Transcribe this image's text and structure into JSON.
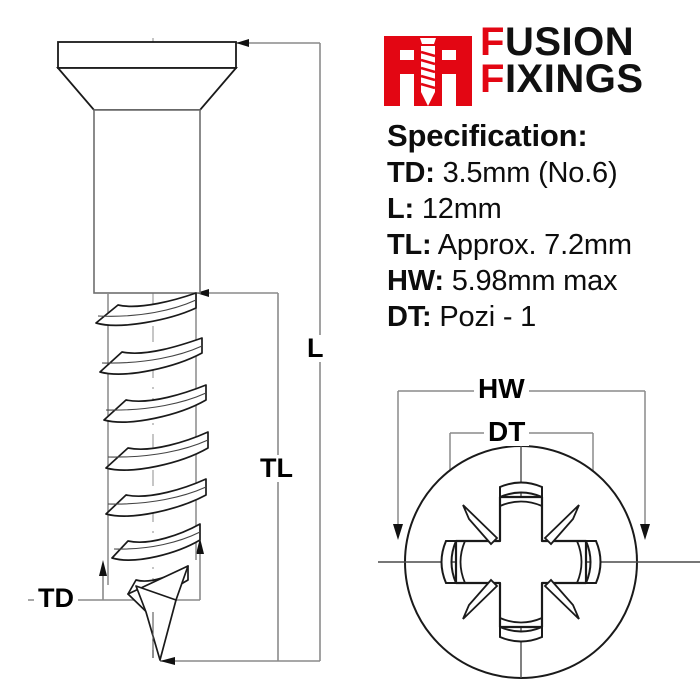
{
  "logo": {
    "brand_line1": "FUSION",
    "brand_line2": "FIXINGS",
    "line1_lead": "F",
    "line1_rest": "USION",
    "line2_lead": "F",
    "line2_rest": "IXINGS",
    "accent_color": "#e30613",
    "icon": "screw-logo-icon"
  },
  "spec": {
    "title": "Specification:",
    "rows": [
      {
        "key": "TD:",
        "value": "3.5mm (No.6)"
      },
      {
        "key": "L:",
        "value": "12mm"
      },
      {
        "key": "TL:",
        "value": "Approx. 7.2mm"
      },
      {
        "key": "HW:",
        "value": "5.98mm max"
      },
      {
        "key": "DT:",
        "value": "Pozi - 1"
      }
    ]
  },
  "side_view": {
    "labels": {
      "thread_diameter": "TD",
      "thread_length": "TL",
      "overall_length": "L"
    }
  },
  "head_view": {
    "labels": {
      "head_width": "HW",
      "drive_type": "DT"
    },
    "drive": "pozidriv-cross"
  },
  "colors": {
    "line": "#8a8a8a",
    "outline": "#1a1a1a",
    "text": "#0d0d0d",
    "brand_red": "#e30613",
    "background": "#ffffff"
  }
}
